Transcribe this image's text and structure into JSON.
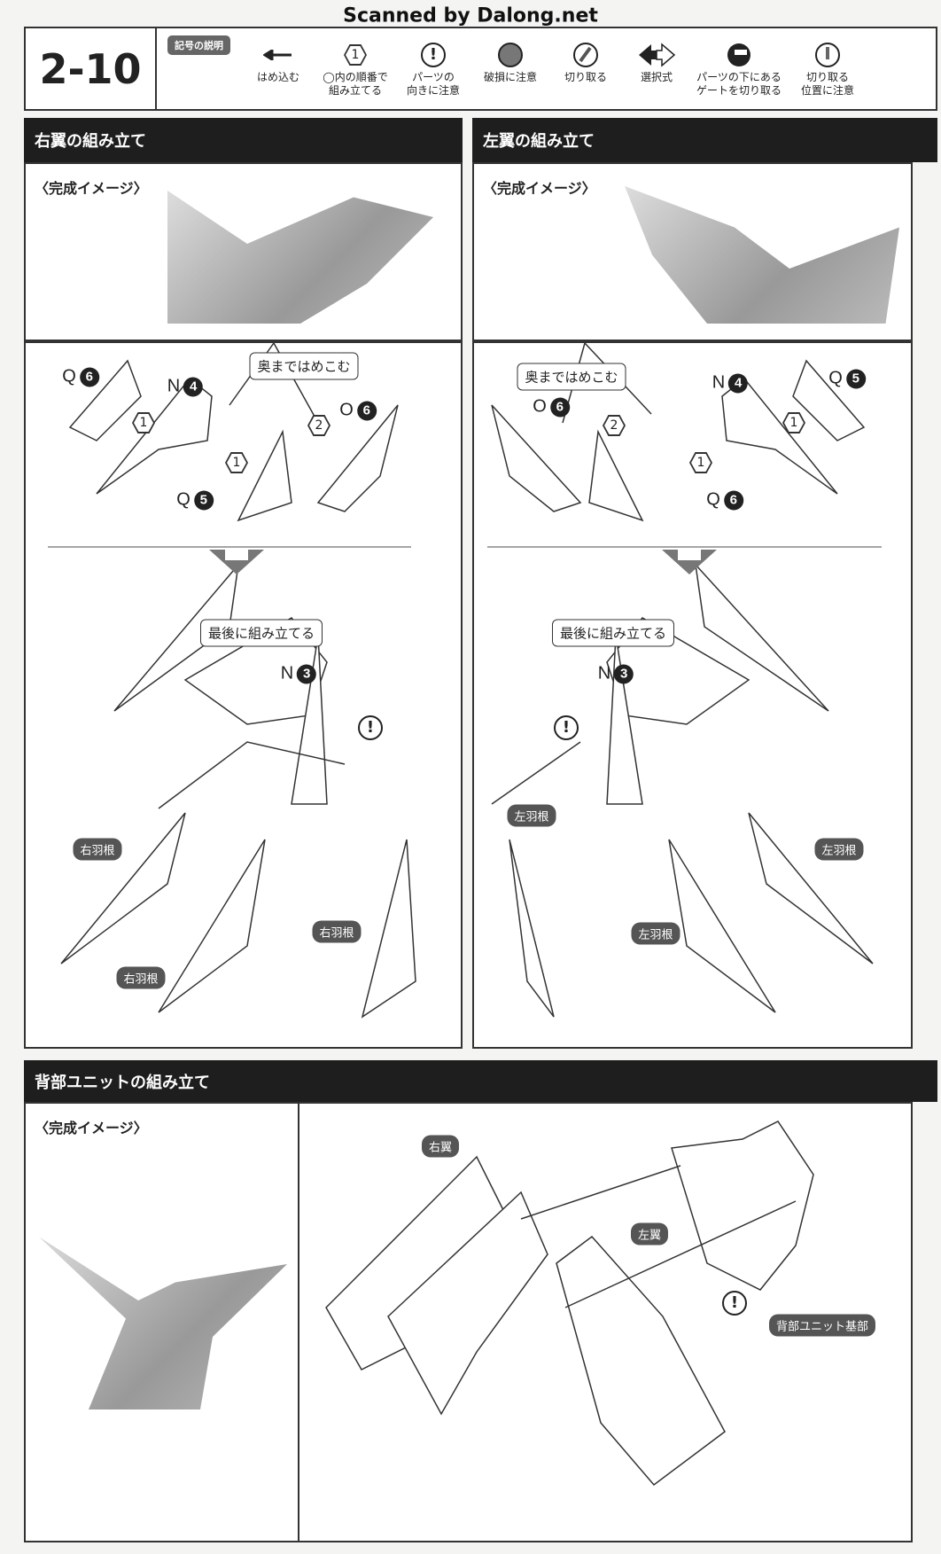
{
  "watermark": "Scanned by Dalong.net",
  "step_number": "2-10",
  "legend": {
    "title": "記号の説明",
    "items": [
      {
        "icon": "arrow-left-icon",
        "label": "はめ込む"
      },
      {
        "icon": "hex-number-icon",
        "glyph": "1",
        "label": "◯内の順番で\n組み立てる"
      },
      {
        "icon": "exclamation-icon",
        "label": "パーツの\n向きに注意"
      },
      {
        "icon": "break-warning-icon",
        "label": "破損に注意"
      },
      {
        "icon": "cut-icon",
        "label": "切り取る"
      },
      {
        "icon": "double-arrow-icon",
        "label": "選択式"
      },
      {
        "icon": "gate-cut-icon",
        "label": "パーツの下にある\nゲートを切り取る"
      },
      {
        "icon": "cut-position-icon",
        "label": "切り取る\n位置に注意"
      }
    ]
  },
  "right_wing": {
    "title": "右翼の組み立て",
    "preview_label": "〈完成イメージ〉",
    "parts": [
      {
        "letter": "Q",
        "num": "6"
      },
      {
        "letter": "N",
        "num": "4"
      },
      {
        "letter": "O",
        "num": "6"
      },
      {
        "letter": "Q",
        "num": "5"
      },
      {
        "letter": "N",
        "num": "3"
      }
    ],
    "callout_push": "奥まではめこむ",
    "callout_last": "最後に組み立てる",
    "steps": [
      "1",
      "1",
      "2"
    ],
    "feather_label": "右羽根",
    "warn": "!"
  },
  "left_wing": {
    "title": "左翼の組み立て",
    "preview_label": "〈完成イメージ〉",
    "parts": [
      {
        "letter": "O",
        "num": "6"
      },
      {
        "letter": "N",
        "num": "4"
      },
      {
        "letter": "Q",
        "num": "5"
      },
      {
        "letter": "Q",
        "num": "6"
      },
      {
        "letter": "N",
        "num": "3"
      }
    ],
    "callout_push": "奥まではめこむ",
    "callout_last": "最後に組み立てる",
    "steps": [
      "2",
      "1",
      "1"
    ],
    "feather_label": "左羽根",
    "warn": "!"
  },
  "back_unit": {
    "title": "背部ユニットの組み立て",
    "preview_label": "〈完成イメージ〉",
    "right_label": "右翼",
    "left_label": "左翼",
    "base_label": "背部ユニット基部",
    "warn": "!"
  }
}
